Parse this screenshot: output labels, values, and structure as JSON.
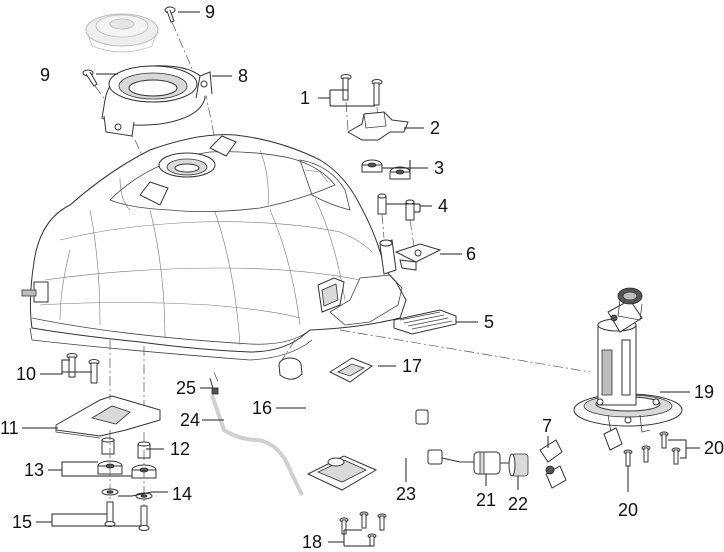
{
  "callouts": {
    "c1": "1",
    "c2": "2",
    "c3": "3",
    "c4": "4",
    "c5": "5",
    "c6": "6",
    "c7": "7",
    "c8": "8",
    "c9a": "9",
    "c9b": "9",
    "c10": "10",
    "c11": "11",
    "c12": "12",
    "c13": "13",
    "c14": "14",
    "c15": "15",
    "c16": "16",
    "c17": "17",
    "c18": "18",
    "c19": "19",
    "c20a": "20",
    "c20b": "20",
    "c21": "21",
    "c22": "22",
    "c23": "23",
    "c24": "24",
    "c25": "25"
  }
}
